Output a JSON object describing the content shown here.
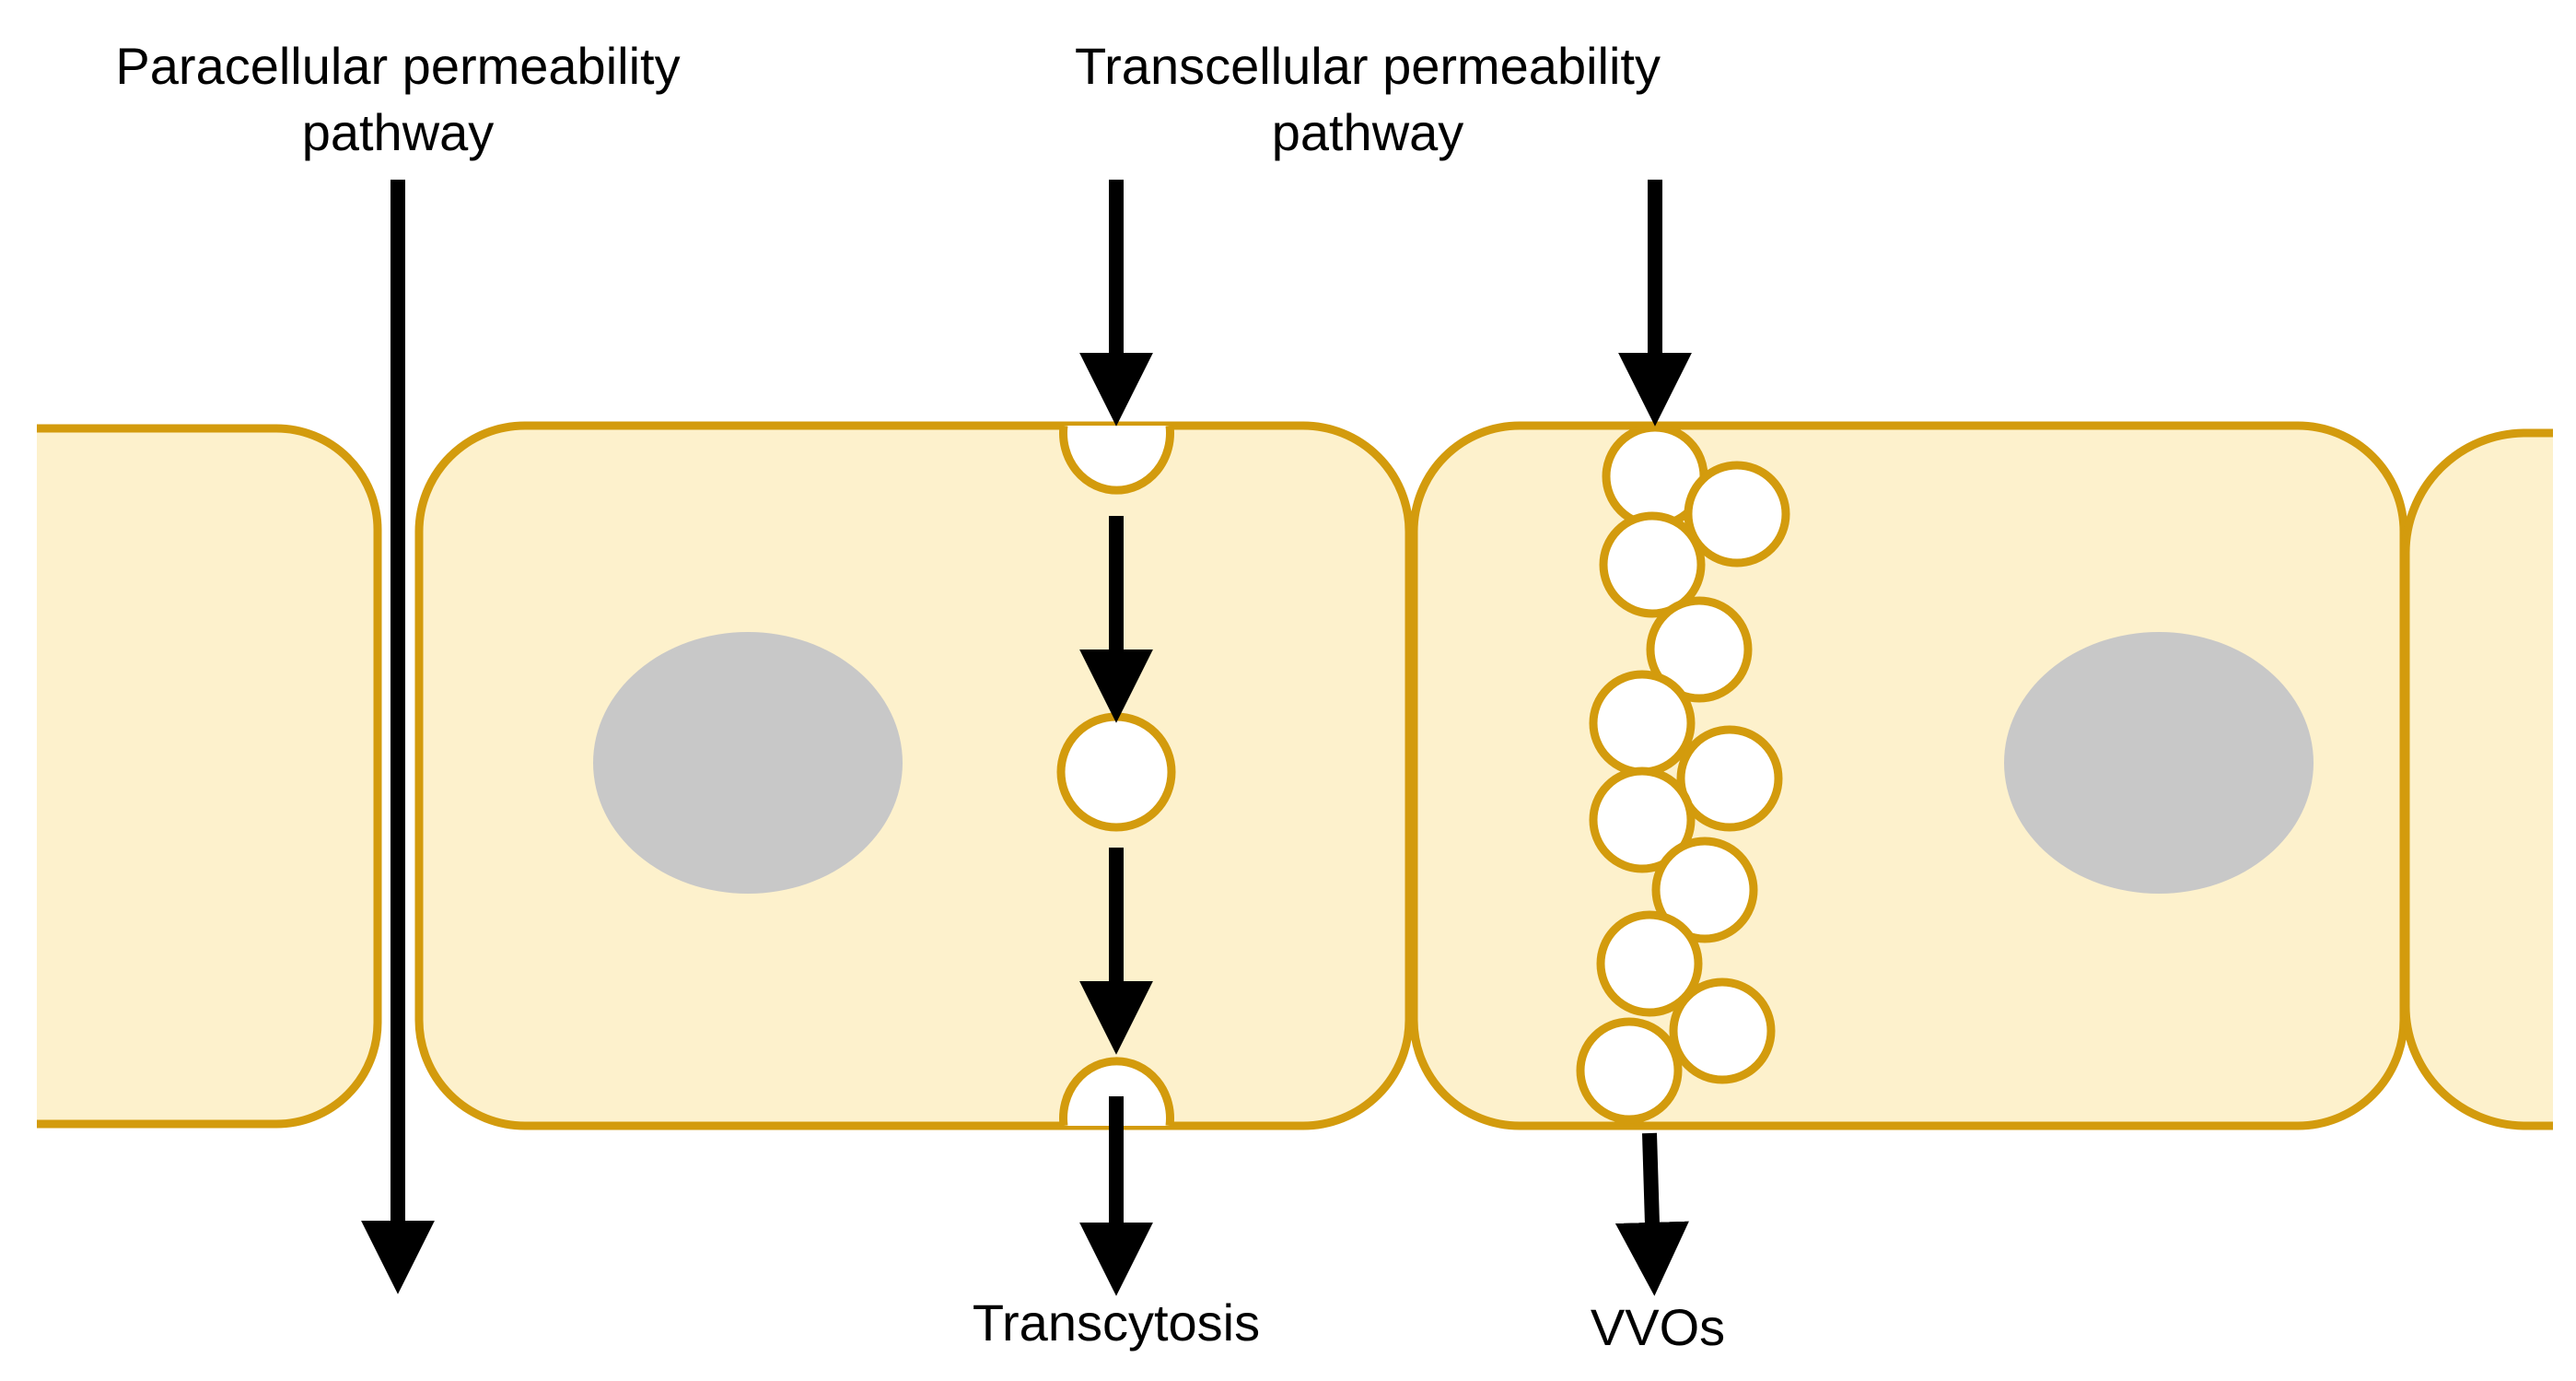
{
  "labels": {
    "paracellular": [
      "Paracellular permeability",
      "pathway"
    ],
    "transcellular": [
      "Transcellular permeability",
      "pathway"
    ],
    "transcytosis": "Transcytosis",
    "vvos": "VVOs"
  },
  "colors": {
    "cell_fill": "#fdf1cc",
    "cell_stroke": "#d39b0d",
    "nucleus": "#c8c8c8",
    "vesicle_fill": "#ffffff",
    "arrow": "#000000"
  }
}
